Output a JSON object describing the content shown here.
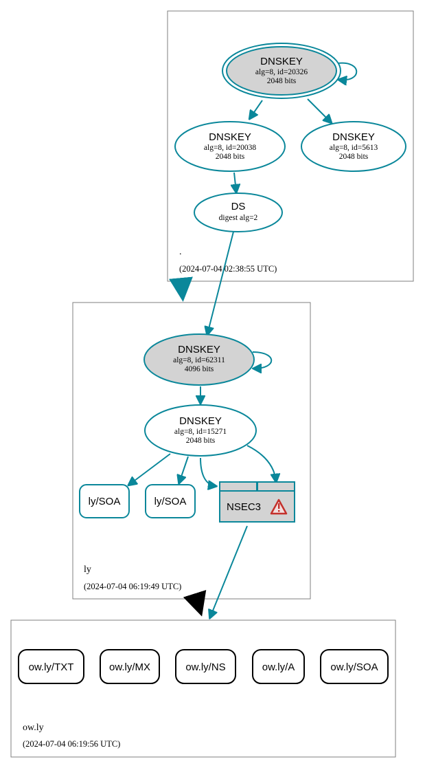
{
  "zones": {
    "root": {
      "name": ".",
      "timestamp": "(2024-07-04 02:38:55 UTC)"
    },
    "ly": {
      "name": "ly",
      "timestamp": "(2024-07-04 06:19:49 UTC)"
    },
    "owly": {
      "name": "ow.ly",
      "timestamp": "(2024-07-04 06:19:56 UTC)"
    }
  },
  "nodes": {
    "root_ksk": {
      "title": "DNSKEY",
      "line1": "alg=8, id=20326",
      "line2": "2048 bits"
    },
    "root_zsk1": {
      "title": "DNSKEY",
      "line1": "alg=8, id=20038",
      "line2": "2048 bits"
    },
    "root_zsk2": {
      "title": "DNSKEY",
      "line1": "alg=8, id=5613",
      "line2": "2048 bits"
    },
    "ds": {
      "title": "DS",
      "line1": "digest alg=2"
    },
    "ly_ksk": {
      "title": "DNSKEY",
      "line1": "alg=8, id=62311",
      "line2": "4096 bits"
    },
    "ly_zsk": {
      "title": "DNSKEY",
      "line1": "alg=8, id=15271",
      "line2": "2048 bits"
    },
    "soa1": {
      "label": "ly/SOA"
    },
    "soa2": {
      "label": "ly/SOA"
    },
    "nsec3": {
      "label": "NSEC3"
    }
  },
  "records": [
    {
      "label": "ow.ly/TXT"
    },
    {
      "label": "ow.ly/MX"
    },
    {
      "label": "ow.ly/NS"
    },
    {
      "label": "ow.ly/A"
    },
    {
      "label": "ow.ly/SOA"
    }
  ],
  "colors": {
    "edge": "#0a879a",
    "key_fill_ksk": "#d3d3d3",
    "key_fill": "#ffffff",
    "zone_border": "#7f7f7f",
    "warning": "#c4302b"
  },
  "icons": {
    "nsec3_warning": "warning-triangle-icon"
  }
}
